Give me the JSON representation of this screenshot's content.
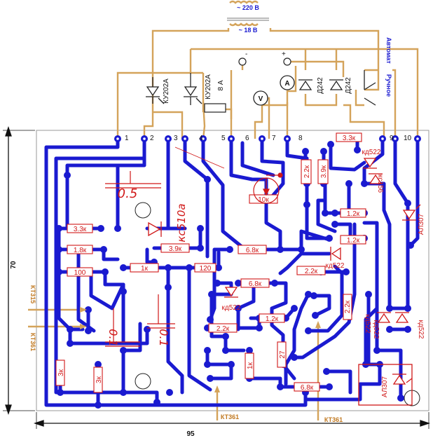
{
  "transformer": {
    "primary": "~ 220 В",
    "secondary": "~ 18 В"
  },
  "switch": {
    "auto": "Автомат",
    "manual": "Ручное"
  },
  "top_parts": {
    "thyristor_1": "КУ202А",
    "thyristor_2": "КУ202А",
    "fuse": "8 А",
    "voltmeter": "V",
    "ammeter": "A",
    "diode_1": "Д242",
    "diode_2": "Д242",
    "minus": "-",
    "plus": "+"
  },
  "pins": [
    "1",
    "2",
    "3",
    "4",
    "5",
    "6",
    "7",
    "8",
    "9",
    "10"
  ],
  "resistors": [
    "3.3к",
    "1.8к",
    "100",
    "1к",
    "3.9к",
    "6.8к",
    "6.8к",
    "2.2к",
    "2.2к",
    "1.2к",
    "1.2к",
    "1.2к",
    "2.2к",
    "3.9к",
    "3.3к",
    "10к",
    "1к",
    "27",
    "6.8к",
    "3к",
    "3к",
    "120",
    "2.2к"
  ],
  "diodes": [
    "кд522",
    "кд522",
    "кд522",
    "кд522",
    "кд522",
    "кс156",
    "кд522"
  ],
  "zener": "кс510а",
  "leds": [
    "АЛ307",
    "АЛ307"
  ],
  "capacitors": [
    "0.5",
    "0.1",
    "0.1"
  ],
  "transistors": [
    "КТ315",
    "КТ361",
    "КТ361",
    "КТ361"
  ],
  "dimensions": {
    "height": "70",
    "width": "95"
  }
}
